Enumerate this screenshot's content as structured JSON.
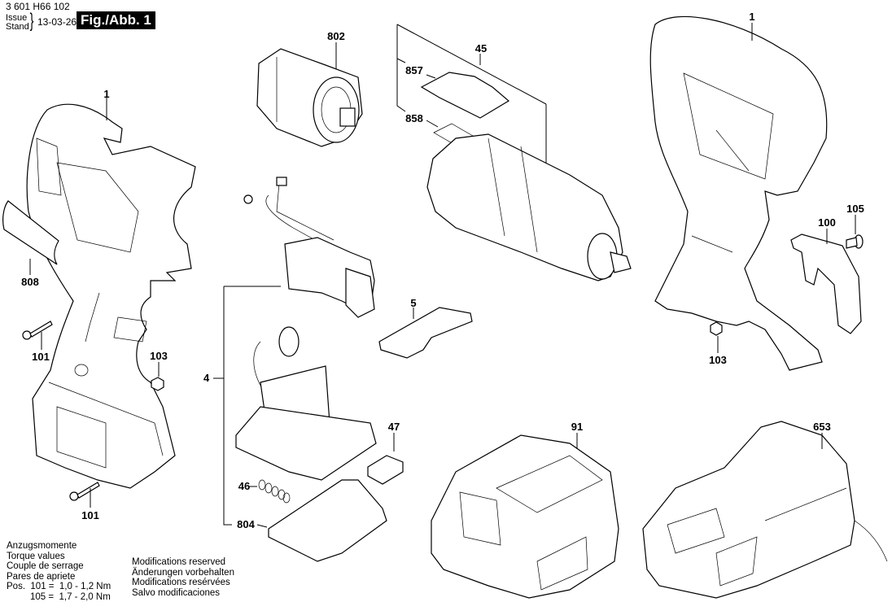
{
  "header": {
    "part_number": "3 601 H66 102",
    "issue_label": "Issue",
    "stand_label": "Stand",
    "date": "13-03-26",
    "figure_label": "Fig./Abb. 1"
  },
  "callouts": {
    "housing_left": "1",
    "housing_right": "1",
    "nameplate": "808",
    "screw_upper": "101",
    "screw_lower": "101",
    "nut_left": "103",
    "nut_right": "103",
    "motor": "802",
    "gearbox_assembly": "45",
    "gear_cover": "857",
    "gear_clip": "858",
    "switch_assembly": "4",
    "switch_slider": "5",
    "led_lens": "47",
    "spring": "46",
    "battery_contact_plate": "804",
    "belt_clip": "100",
    "belt_clip_screw": "105",
    "battery": "91",
    "charger": "653"
  },
  "torque": {
    "lines": [
      "Anzugsmomente",
      "Torque values",
      "Couple de serrage",
      "Pares de apriete"
    ],
    "pos_label": "Pos.",
    "values": [
      {
        "pos": "101",
        "range": "1,0 - 1,2 Nm"
      },
      {
        "pos": "105",
        "range": "1,7 - 2,0 Nm"
      }
    ]
  },
  "modifications": [
    "Modifications reserved",
    "Änderungen vorbehalten",
    "Modifications resérvées",
    "Salvo modificaciones"
  ]
}
